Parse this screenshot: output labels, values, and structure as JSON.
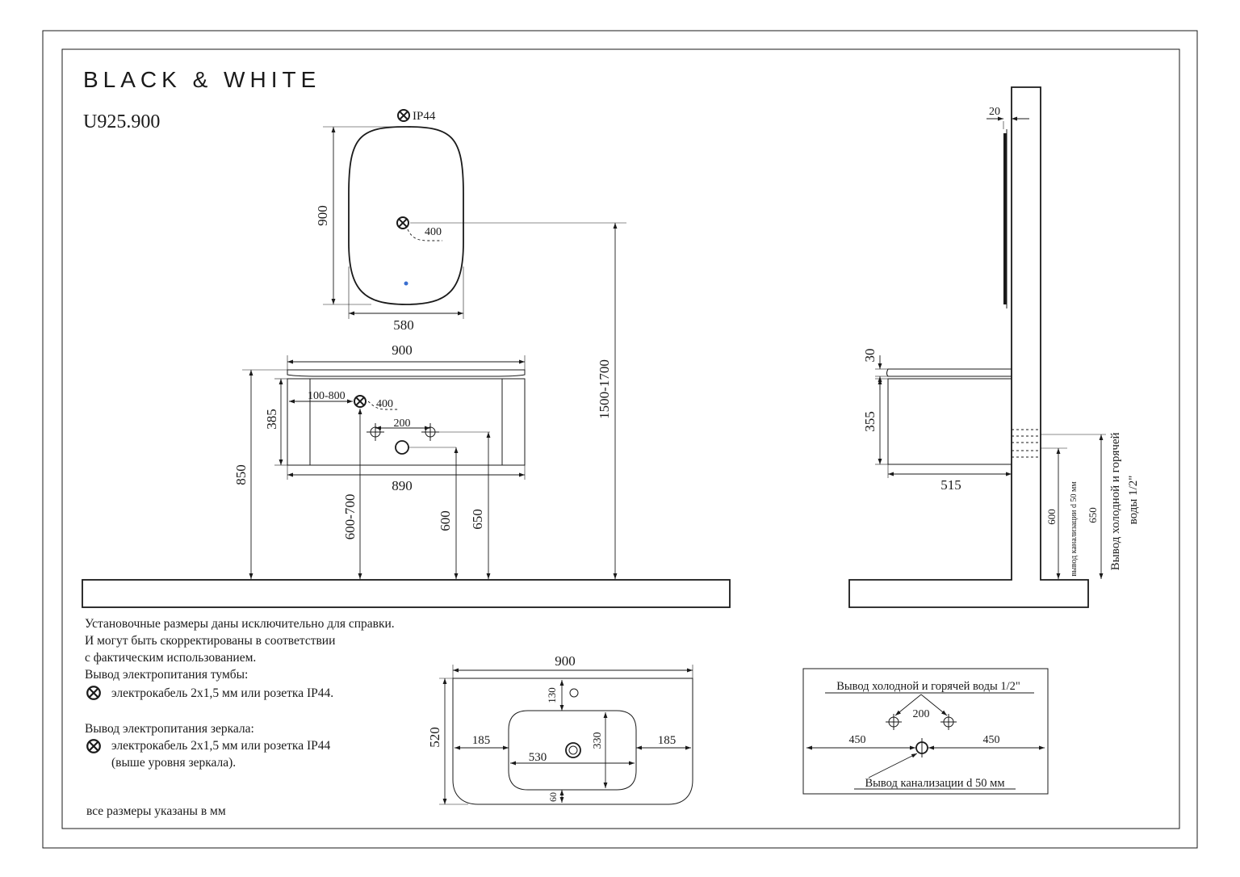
{
  "brand": "BLACK & WHITE",
  "model": "U925.900",
  "mirror": {
    "ip_label": "IP44",
    "height": "900",
    "width": "580",
    "socket_offset": "400"
  },
  "cabinet_front": {
    "top_width": "900",
    "body_width": "890",
    "body_height": "385",
    "offset_range": "100-800",
    "socket_offset": "400",
    "pipe_spacing": "200",
    "floor_height": "850",
    "socket_height": "600-700",
    "drain_height": "600",
    "water_height": "650",
    "mirror_height": "1500-1700"
  },
  "side_view": {
    "mirror_depth": "20",
    "top_thickness": "30",
    "body_height": "355",
    "depth": "515",
    "drain_height": "600",
    "drain_label": "вывод канализации d 50 мм",
    "water_height": "650",
    "water_label": "Вывод холодной и горячей воды 1/2\""
  },
  "top_view": {
    "width": "900",
    "depth": "520",
    "tap_offset": "130",
    "bowl_width": "530",
    "bowl_depth": "330",
    "side_left": "185",
    "side_right": "185",
    "front_offset": "60"
  },
  "pipes_scheme": {
    "water_label": "Вывод холодной и горячей воды 1/2\"",
    "spacing": "200",
    "left": "450",
    "right": "450",
    "drain_label": "Вывод канализации d 50 мм"
  },
  "notes": {
    "line1": "Установочные размеры даны исключительно для справки.",
    "line2": "И могут быть скорректированы в соответствии",
    "line3": "с фактическим использованием.",
    "cabinet_power_title": "Вывод электропитания тумбы:",
    "cabinet_power_text": "электрокабель 2x1,5 мм или розетка IP44.",
    "mirror_power_title": "Вывод электропитания зеркала:",
    "mirror_power_text": "электрокабель 2x1,5 мм или розетка IP44",
    "mirror_power_note": "(выше уровня зеркала).",
    "units": "все размеры указаны в мм"
  }
}
